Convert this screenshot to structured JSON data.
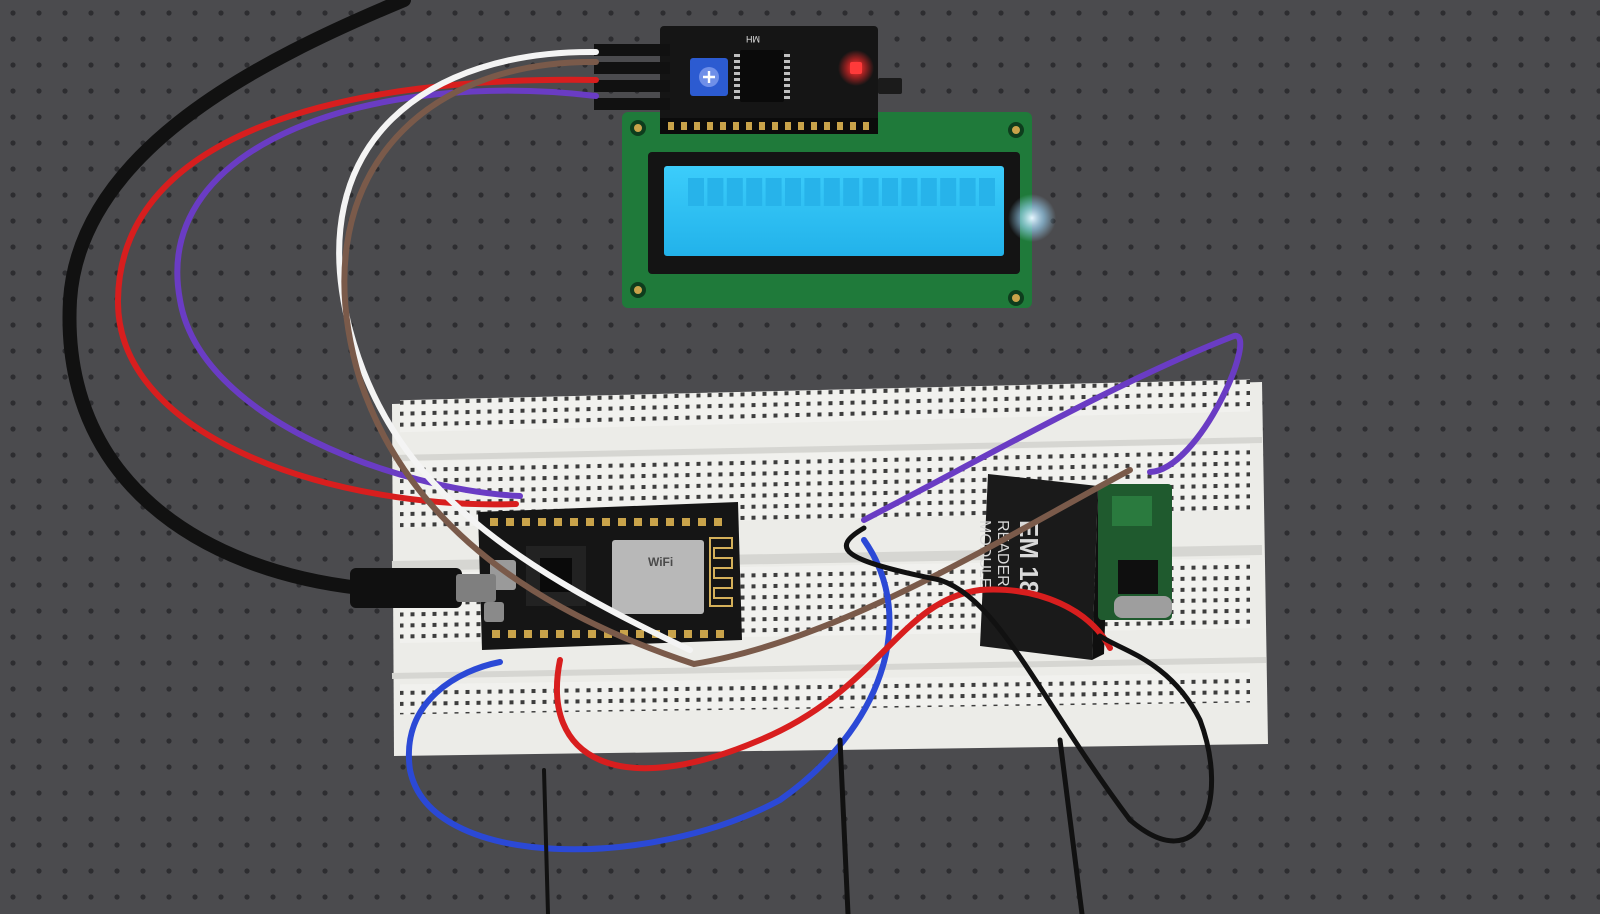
{
  "scene": {
    "description_free": true,
    "colors": {
      "pegboard": "#4b4b4e",
      "pegboard_hole": "#2d2d30",
      "breadboard": "#f1f1ee",
      "breadboard_hole": "#3d3d3d",
      "pcb_lcd": "#1f7a3a",
      "lcd_screen": "#2fc2f4",
      "lcd_bezel": "#141414",
      "pcb_black": "#151515",
      "module_black": "#1a1a1a",
      "wifi_shield": "#b8b8b8",
      "pot_blue": "#2c5bd1",
      "power_led": "#ff2a2a",
      "wire_black": "#111111",
      "wire_red": "#d81e1e",
      "wire_purple": "#6a3cc4",
      "wire_white": "#f4f4f4",
      "wire_brown": "#7a5a4a",
      "wire_blue": "#2b49d6"
    },
    "icons": {
      "wifi": "wifi-antenna-icon"
    }
  },
  "labels": {
    "i2c_module": "MH",
    "wifi_module": "WiFi",
    "radar_line1": "EM 18",
    "radar_line2": "READER",
    "radar_line3": "MODULE"
  }
}
